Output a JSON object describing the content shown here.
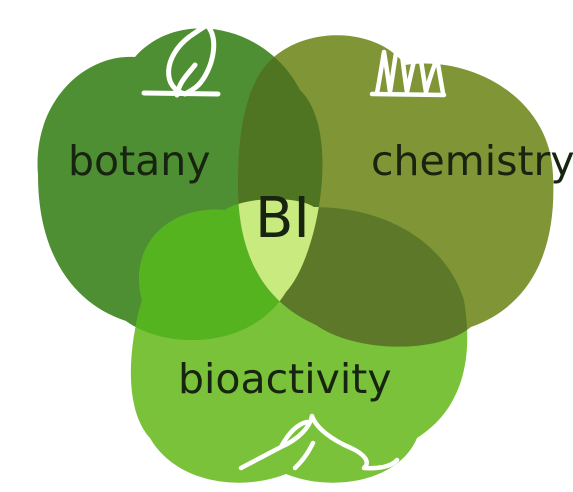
{
  "diagram": {
    "labels": {
      "botany": "botany",
      "chemistry": "chemistry",
      "bioactivity": "bioactivity",
      "center": "BI"
    },
    "colors": {
      "background": "#ffffff",
      "botany": "#4f8f33",
      "chemistry": "#809536",
      "bioactivity": "#79c23a",
      "botany_chemistry": "#507522",
      "botany_bioactivity": "#55b31f",
      "chemistry_bioactivity": "#5c7828",
      "center": "#c9ea7e",
      "icon_stroke": "#ffffff",
      "text": "#17240f"
    },
    "icons": {
      "botany": "leaf-icon",
      "chemistry": "spectrum-peaks-icon",
      "bioactivity": "mouse-icon"
    }
  }
}
